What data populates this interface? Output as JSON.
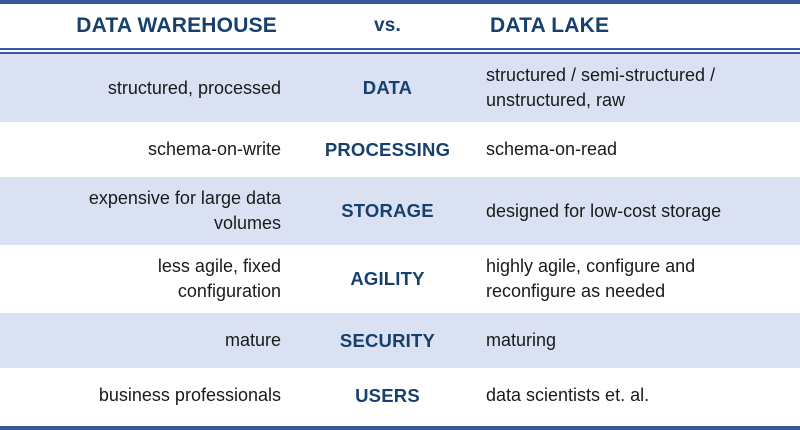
{
  "title": "Data Warehouse vs. Data Lake comparison table",
  "colors": {
    "accent_rule": "#35599C",
    "heading_text": "#17406D",
    "shaded_row_bg": "#D9E1F2",
    "plain_row_bg": "#FFFFFF",
    "body_text": "#1A1A1A"
  },
  "header": {
    "left": "DATA WAREHOUSE",
    "middle": "vs.",
    "right": "DATA LAKE"
  },
  "rows": [
    {
      "aspect": "DATA",
      "warehouse": [
        "structured, processed"
      ],
      "lake": [
        "structured / semi-structured /",
        "unstructured, raw"
      ],
      "shaded": true
    },
    {
      "aspect": "PROCESSING",
      "warehouse": [
        "schema-on-write"
      ],
      "lake": [
        "schema-on-read"
      ],
      "shaded": false
    },
    {
      "aspect": "STORAGE",
      "warehouse": [
        "expensive for large data",
        "volumes"
      ],
      "lake": [
        "designed for low-cost storage"
      ],
      "shaded": true
    },
    {
      "aspect": "AGILITY",
      "warehouse": [
        "less agile, fixed",
        "configuration"
      ],
      "lake": [
        "highly agile, configure and",
        "reconfigure as needed"
      ],
      "shaded": false
    },
    {
      "aspect": "SECURITY",
      "warehouse": [
        "mature"
      ],
      "lake": [
        "maturing"
      ],
      "shaded": true
    },
    {
      "aspect": "USERS",
      "warehouse": [
        "business professionals"
      ],
      "lake": [
        "data scientists et. al."
      ],
      "shaded": false
    }
  ]
}
